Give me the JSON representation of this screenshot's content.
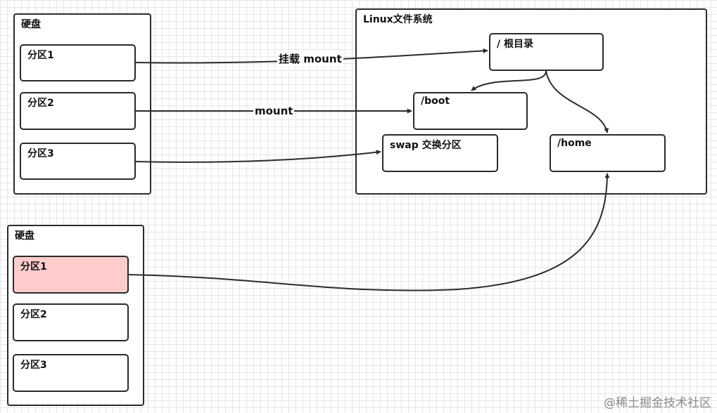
{
  "disk1": {
    "title": "硬盘",
    "partitions": [
      "分区1",
      "分区2",
      "分区3"
    ]
  },
  "disk2": {
    "title": "硬盘",
    "partitions": [
      "分区1",
      "分区2",
      "分区3"
    ]
  },
  "linux_fs": {
    "title": "Linux文件系统",
    "root": "/ 根目录",
    "boot": "/boot",
    "swap": "swap 交换分区",
    "home": "/home"
  },
  "edges": {
    "mount_root": "挂载 mount",
    "mount_boot": "mount"
  },
  "colors": {
    "highlight_partition": "#ffcccc",
    "stroke": "#2b2b2b"
  },
  "watermark": "@稀土掘金技术社区"
}
